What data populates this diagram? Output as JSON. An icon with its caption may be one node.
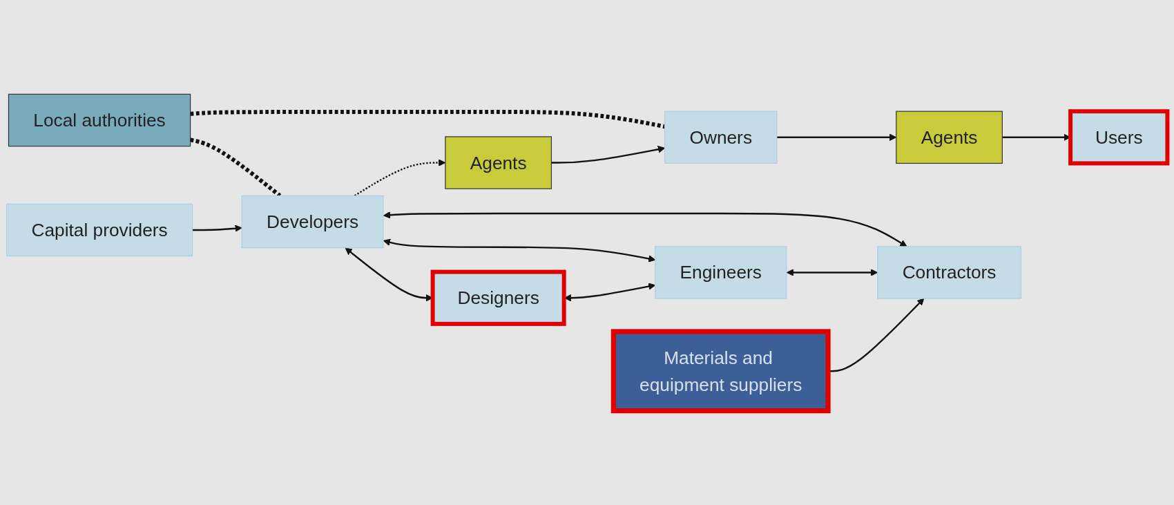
{
  "diagram": {
    "nodes": [
      {
        "text": [
          "Local authorities"
        ]
      },
      {
        "text": [
          "Capital providers"
        ]
      },
      {
        "text": [
          "Developers"
        ]
      },
      {
        "text": [
          "Agents"
        ]
      },
      {
        "text": [
          "Owners"
        ]
      },
      {
        "text": [
          "Agents"
        ]
      },
      {
        "text": [
          "Users"
        ]
      },
      {
        "text": [
          "Designers"
        ]
      },
      {
        "text": [
          "Engineers"
        ]
      },
      {
        "text": [
          "Contractors"
        ]
      },
      {
        "text": [
          "Materials and equipment suppliers"
        ]
      }
    ],
    "edges": [
      {
        "from": 0,
        "to": 2,
        "arrow": "none",
        "style": "dashed"
      },
      {
        "from": 0,
        "to": 4,
        "arrow": "none",
        "style": "dashed"
      },
      {
        "from": 1,
        "to": 2,
        "arrow": "to"
      },
      {
        "from": 2,
        "to": 3,
        "arrow": "to",
        "style": "dashed"
      },
      {
        "from": 3,
        "to": 4,
        "arrow": "to"
      },
      {
        "from": 4,
        "to": 5,
        "arrow": "to"
      },
      {
        "from": 5,
        "to": 6,
        "arrow": "to"
      },
      {
        "from": 2,
        "to": 7,
        "arrow": "both"
      },
      {
        "from": 2,
        "to": 8,
        "arrow": "both"
      },
      {
        "from": 2,
        "to": 9,
        "arrow": "both"
      },
      {
        "from": 7,
        "to": 8,
        "arrow": "both"
      },
      {
        "from": 8,
        "to": 9,
        "arrow": "both"
      },
      {
        "from": 10,
        "to": 9,
        "arrow": "to"
      }
    ]
  }
}
